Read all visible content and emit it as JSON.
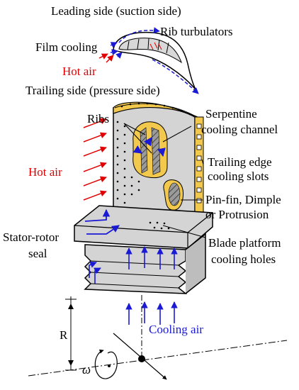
{
  "labels": {
    "leading_side": "Leading side (suction side)",
    "rib_turbulators": "Rib turbulators",
    "film_cooling": "Film cooling",
    "hot_air_top": "Hot air",
    "trailing_side": "Trailing side (pressure side)",
    "ribs": "Ribs",
    "serpentine_1": "Serpentine",
    "serpentine_2": "cooling channel",
    "hot_air_main": "Hot air",
    "trailing_edge_1": "Trailing edge",
    "trailing_edge_2": "cooling slots",
    "pinfin_1": "Pin-fin, Dimple",
    "pinfin_2": "or Protrusion",
    "stator_1": "Stator-rotor",
    "stator_2": "seal",
    "platform_1": "Blade platform",
    "platform_2": "cooling holes",
    "cooling_air": "Cooling air",
    "radius": "R",
    "omega": "ω"
  },
  "colors": {
    "hot_air": "#e00000",
    "cooling_air": "#1a1ad6",
    "blade_gray": "#d4d4d4",
    "channel_yellow": "#f2c94c"
  }
}
